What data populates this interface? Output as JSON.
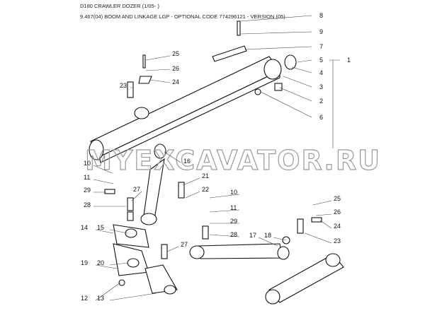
{
  "header": {
    "title": "D180 CRAWLER DOZER (1/05- )",
    "subtitle": "9.467(04) BOOM AND LINKAGE LGP - OPTIONAL CODE 774296121 - VERSION (05)"
  },
  "watermark": "MYEXCAVATOR.RU",
  "callouts": [
    "8",
    "9",
    "7",
    "5",
    "1",
    "4",
    "3",
    "2",
    "6",
    "25",
    "26",
    "24",
    "23",
    "16",
    "10",
    "11",
    "21",
    "27",
    "29",
    "22",
    "10",
    "11",
    "29",
    "28",
    "28",
    "25",
    "26",
    "24",
    "14",
    "15",
    "17",
    "18",
    "23",
    "27",
    "19",
    "20",
    "12",
    "13"
  ]
}
